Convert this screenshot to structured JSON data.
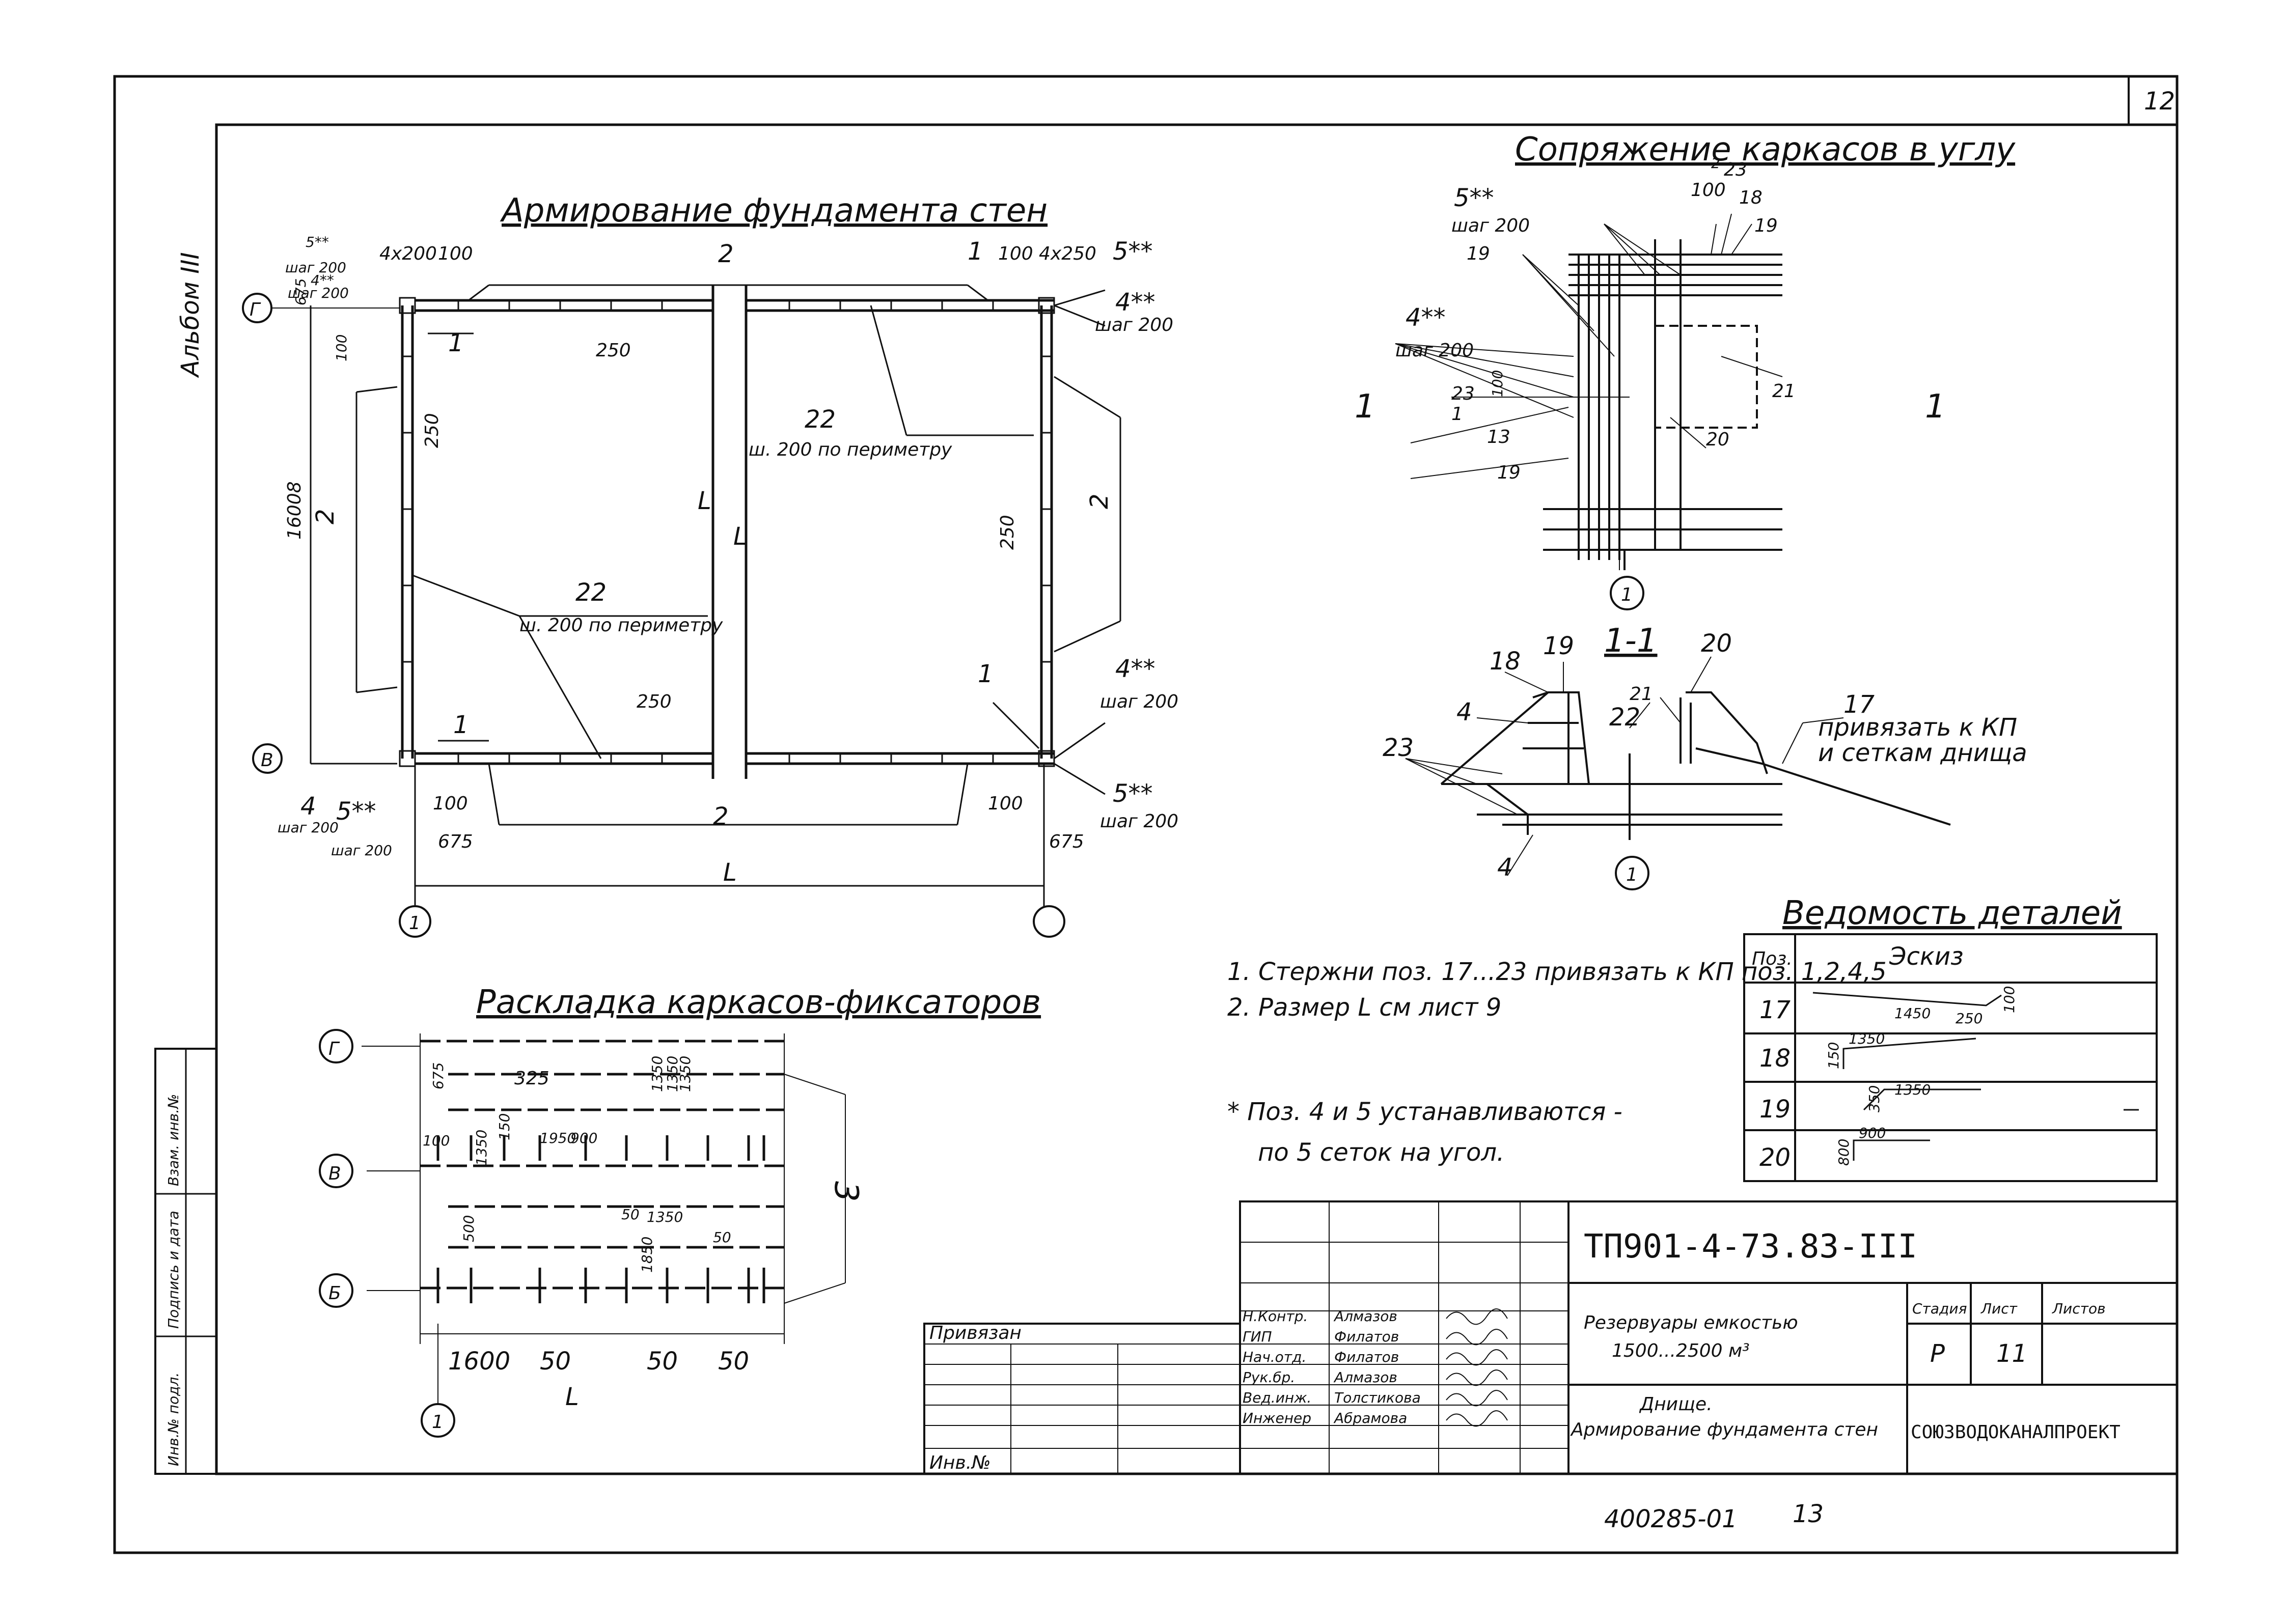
{
  "sheet_number": "12",
  "side_label": "Альбом III",
  "main_plan": {
    "title": "Армирование фундамента стен",
    "labels": {
      "top_left_5": "5**",
      "top_left_step1": "шаг 200",
      "top_left_4": "4**",
      "top_left_step2": "шаг 200",
      "dim_4x200": "4х200",
      "dim_100_a": "100",
      "dim_100_b": "100",
      "dim_4x250": "4х250",
      "right_5": "5**",
      "right_4": "4**",
      "right_step": "шаг 200",
      "dim_675_top": "675",
      "dim_100_left": "100",
      "pos1_a": "1",
      "pos1_b": "1",
      "pos1_c": "1",
      "pos1_d": "1",
      "pos2_top": "2",
      "pos2_left": "2",
      "pos2_right": "2",
      "pos2_bottom": "2",
      "dim_250_a": "250",
      "dim_250_b": "250",
      "dim_250_c": "250",
      "dim_250_d": "250",
      "pos22_a": "22",
      "note22_a": "ш. 200 по периметру",
      "pos22_b": "22",
      "note22_b": "ш. 200 по периметру",
      "dim_16008": "16008",
      "dim_L_vert1": "L",
      "dim_L_vert2": "L",
      "dim_L": "L",
      "br_4": "4**",
      "br_step": "шаг 200",
      "br_5": "5**",
      "br_step2": "шаг 200",
      "bl_4": "4",
      "bl_5": "5**",
      "bl_step1": "шаг 200",
      "bl_step2": "шаг 200",
      "dim_100_bl": "100",
      "dim_675_bl": "675",
      "dim_100_br": "100",
      "dim_675_br": "675",
      "axis_G": "Г",
      "axis_V": "В",
      "axis_1_left": "1",
      "axis_1_right": ""
    }
  },
  "corner_detail": {
    "title": "Сопряжение каркасов в углу",
    "labels": {
      "p5": "5**",
      "step5": "шаг 200",
      "p100": "100",
      "p2": "2",
      "p23": "23",
      "p18": "18",
      "p19a": "19",
      "p19b": "19",
      "p4": "4**",
      "step4": "шаг 200",
      "p23b": "23",
      "p100b": "100",
      "p1": "1",
      "p13": "13",
      "p19c": "19",
      "p20": "20",
      "p21": "21",
      "cut_left": "1",
      "cut_right": "1",
      "axis": "1"
    }
  },
  "section": {
    "title": "1-1",
    "labels": {
      "p19": "19",
      "p18": "18",
      "p4a": "4",
      "p22": "22",
      "p21": "21",
      "p20": "20",
      "p23": "23",
      "p17": "17",
      "note17_1": "привязать к КП",
      "note17_2": "и сеткам днища",
      "p4b": "4",
      "axis": "1"
    }
  },
  "notes": {
    "n1": "1. Стержни поз. 17...23 привязать к КП поз. 1,2,4,5",
    "n2": "2. Размер L см лист 9",
    "n3a": "* Поз. 4 и 5 устанавливаются -",
    "n3b": "по 5 сеток на угол."
  },
  "schedule": {
    "title": "Ведомость деталей",
    "headers": [
      "Поз.",
      "Эскиз"
    ],
    "rows": [
      {
        "pos": "17",
        "dims": [
          "1450",
          "250",
          "100"
        ]
      },
      {
        "pos": "18",
        "dims": [
          "150",
          "1350"
        ]
      },
      {
        "pos": "19",
        "dims": [
          "350",
          "1350"
        ]
      },
      {
        "pos": "20",
        "dims": [
          "800",
          "900"
        ]
      }
    ]
  },
  "layout_plan": {
    "title": "Раскладка каркасов-фиксаторов",
    "labels": {
      "axis_G": "Г",
      "axis_V": "В",
      "axis_B": "Б",
      "axis_1": "1",
      "d675": "675",
      "d325": "325",
      "d1350a": "1350",
      "d1350b": "1350",
      "d1350c": "1350",
      "d900": "900",
      "d1950": "1950",
      "d1350d": "1350",
      "d50a": "50",
      "d1350e": "1350",
      "d50b": "50",
      "d1850": "1850",
      "d100": "100",
      "d500": "500",
      "d150": "150",
      "p3": "3",
      "dim_1600": "1600",
      "dim_50a": "50",
      "dim_50b": "50",
      "dim_50c": "50",
      "dim_L": "L"
    }
  },
  "title_block": {
    "code": "ТП901-4-73.83-III",
    "privyazan": "Привязан",
    "inv": "Инв.№",
    "roles": [
      "Н.Контр.",
      "ГИП",
      "Нач.отд.",
      "Рук.бр.",
      "Вед.инж.",
      "Инженер"
    ],
    "names": [
      "Алмазов",
      "Филатов",
      "Филатов",
      "Алмазов",
      "Толстикова",
      "Абрамова"
    ],
    "project_1": "Резервуары емкостью",
    "project_2": "1500...2500 м³",
    "sheet_1": "Днище.",
    "sheet_2": "Армирование фундамента стен",
    "col_stage": "Стадия",
    "col_sheet": "Лист",
    "col_sheets": "Листов",
    "stage": "Р",
    "sheet": "11",
    "sheets": "",
    "org": "СОЮЗВОДОКАНАЛПРОЕКТ"
  },
  "side_stamp": [
    "Инв.№ подл.",
    "Подпись и дата",
    "Взам. инв.№"
  ],
  "footer": {
    "archive": "400285-01",
    "page": "13"
  }
}
